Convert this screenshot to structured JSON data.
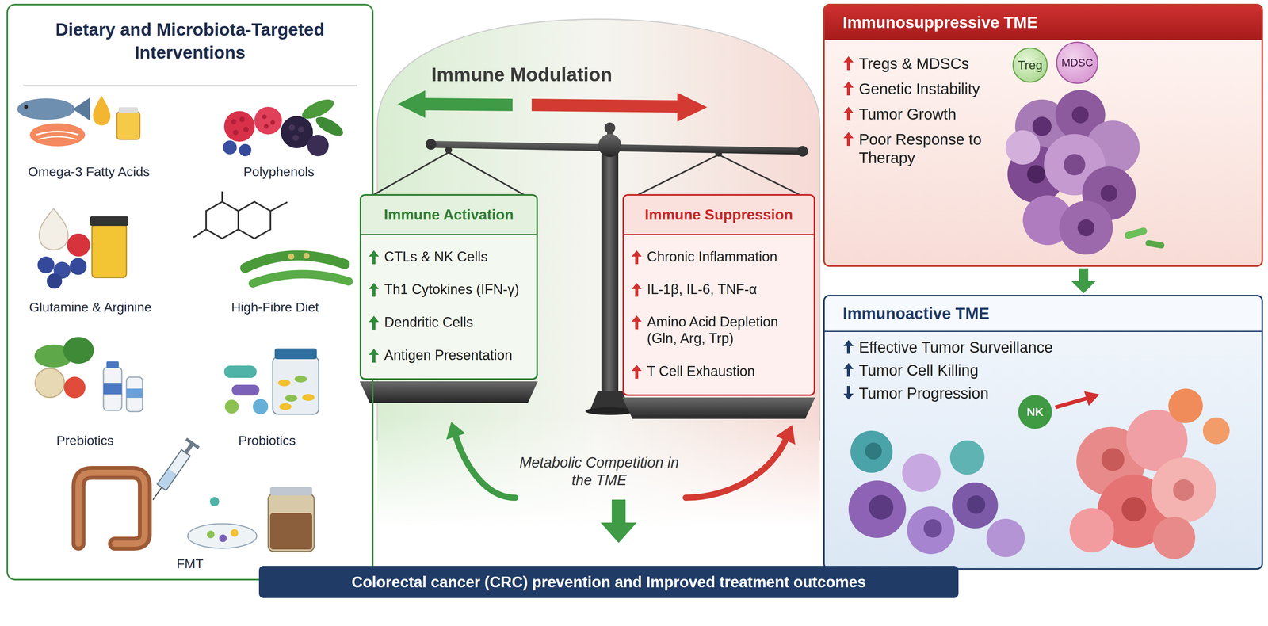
{
  "diagram": {
    "nodes": [
      {
        "text": [
          "Dietary and Microbiota-Targeted Interventions"
        ]
      },
      {
        "text": [
          "Immune Activation",
          "CTLs & NK Cells",
          "Th1 Cytokines (IFN-γ)",
          "Dendritic Cells",
          "Antigen Presentation"
        ]
      },
      {
        "text": [
          "Immune Suppression",
          "Chronic Inflammation",
          "IL-1β, IL-6, TNF-α",
          "Amino Acid Depletion (Gln, Arg, Trp)",
          "T Cell Exhaustion"
        ]
      },
      {
        "text": [
          "Immunosuppressive TME",
          "Tregs & MDSCs",
          "Genetic Instability",
          "Tumor Growth",
          "Poor Response to Therapy"
        ]
      },
      {
        "text": [
          "Treg"
        ],
        "in": 3
      },
      {
        "text": [
          "MDSC"
        ],
        "in": 3
      },
      {
        "text": [
          "Immunoactive TME",
          "Effective Tumor Surveillance",
          "Tumor Cell Killing",
          "Tumor Progression"
        ]
      },
      {
        "text": [
          "Colorectal cancer (CRC) prevention and Improved treatment outcomes"
        ]
      }
    ],
    "edges": [
      {
        "from": 3,
        "to": 6,
        "arrow": "to"
      }
    ],
    "labels": [
      "Omega-3 Fatty Acids",
      "Polyphenols",
      "Glutamine & Arginine",
      "High-Fibre Diet",
      "Prebiotics",
      "Probiotics",
      "FMT",
      "Immune Modulation",
      "Metabolic Competition in the TME",
      "NK"
    ]
  }
}
